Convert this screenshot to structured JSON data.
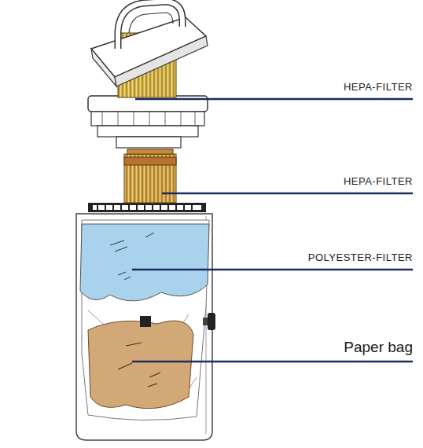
{
  "diagram": {
    "labels": [
      "HEPA-FILTER",
      "HEPA-FILTER",
      "POLYESTER-FILTER",
      "Paper bag"
    ]
  }
}
